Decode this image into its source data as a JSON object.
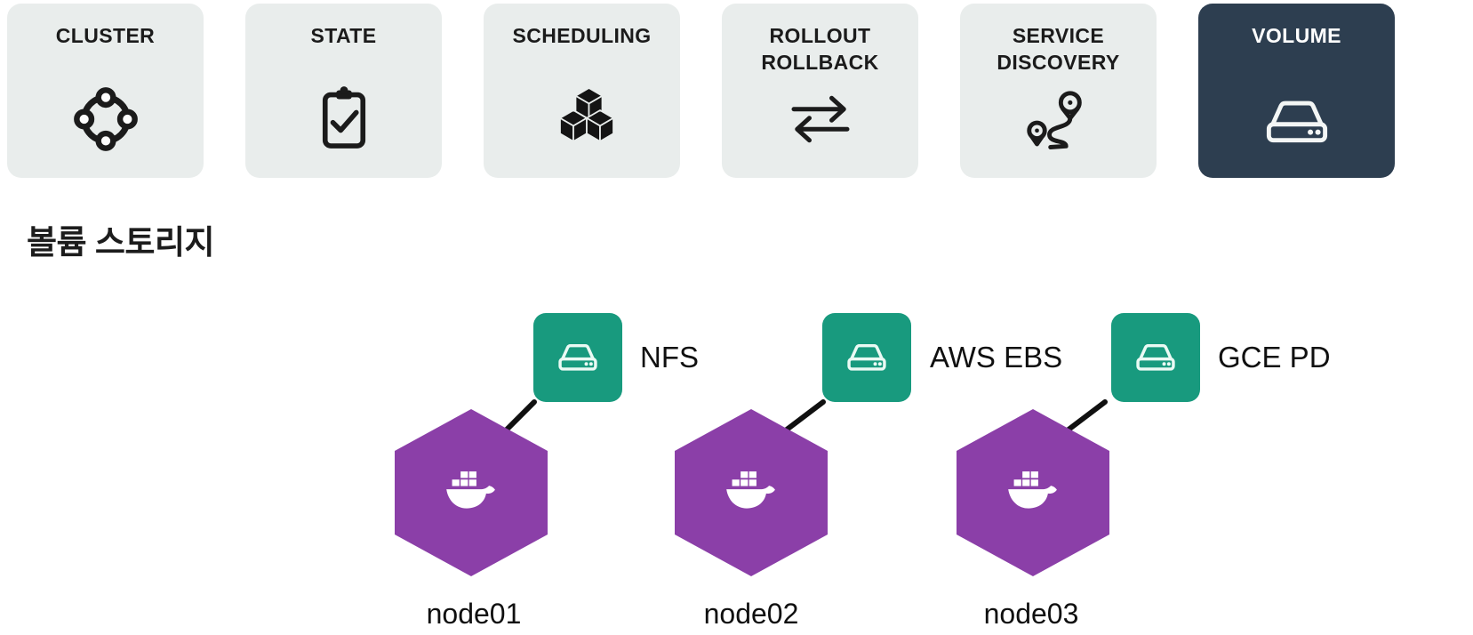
{
  "feature_cards": [
    {
      "label": "CLUSTER",
      "icon": "cluster-ring-icon",
      "active": false
    },
    {
      "label": "STATE",
      "icon": "clipboard-check-icon",
      "active": false
    },
    {
      "label": "SCHEDULING",
      "icon": "cubes-icon",
      "active": false
    },
    {
      "label": "ROLLOUT\nROLLBACK",
      "icon": "swap-arrows-icon",
      "active": false
    },
    {
      "label": "SERVICE\nDISCOVERY",
      "icon": "route-pins-icon",
      "active": false
    },
    {
      "label": "VOLUME",
      "icon": "storage-drive-icon",
      "active": true
    }
  ],
  "section_title": "볼륨 스토리지",
  "diagram": {
    "nodes": [
      {
        "name": "node01",
        "node_icon": "docker-whale-icon",
        "volume_icon": "storage-drive-icon",
        "volume": "NFS"
      },
      {
        "name": "node02",
        "node_icon": "docker-whale-icon",
        "volume_icon": "storage-drive-icon",
        "volume": "AWS EBS"
      },
      {
        "name": "node03",
        "node_icon": "docker-whale-icon",
        "volume_icon": "storage-drive-icon",
        "volume": "GCE PD"
      }
    ]
  },
  "colors": {
    "card_bg": "#e9edec",
    "card_active_bg": "#2d3e50",
    "card_text": "#1b1b1b",
    "card_active_text": "#ffffff",
    "volume_box": "#189a7e",
    "node_hexagon": "#8b3fa8",
    "label_text": "#101010",
    "page_bg": "#ffffff"
  }
}
